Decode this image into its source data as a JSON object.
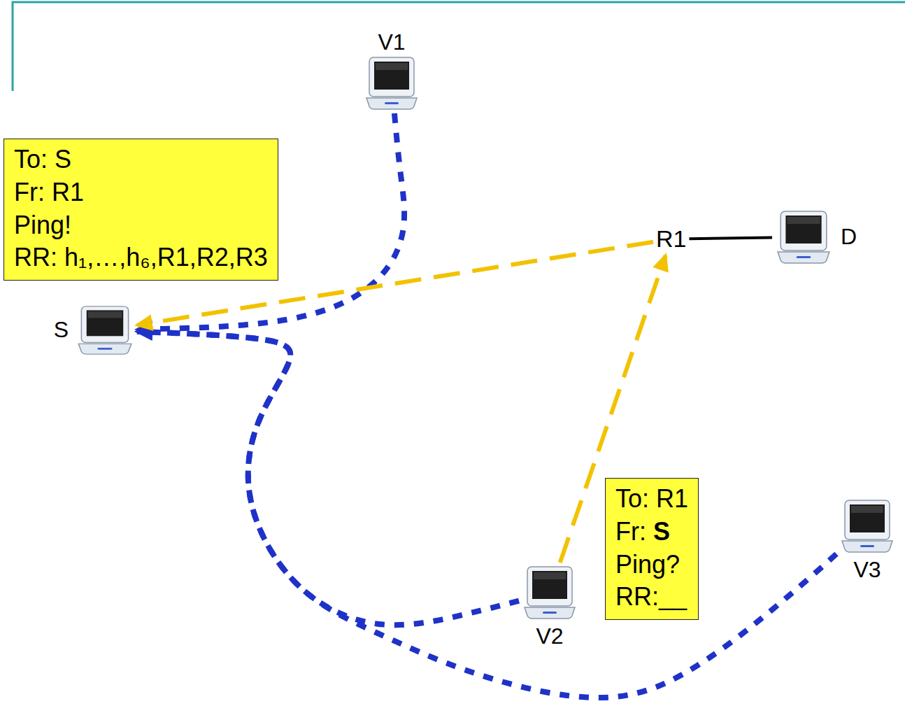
{
  "diagram": {
    "nodes": [
      {
        "text": [
          "V1"
        ]
      },
      {
        "text": [
          "To: S",
          "Fr: R1",
          "Ping!",
          "RR: h₁,…,h₆,R1,R2,R3"
        ]
      },
      {
        "text": [
          "R1"
        ]
      },
      {
        "text": [
          "D"
        ]
      },
      {
        "text": [
          "S"
        ]
      },
      {
        "text": [
          "To: R1",
          "Fr:",
          "S",
          "Ping?",
          "RR:__"
        ]
      },
      {
        "text": [
          "V2"
        ]
      },
      {
        "text": [
          "V3"
        ]
      }
    ],
    "edges": [
      {
        "from": 0,
        "to": 4,
        "arrow": "to"
      },
      {
        "from": 6,
        "to": 4,
        "arrow": "to"
      },
      {
        "from": 7,
        "to": 4,
        "arrow": "to"
      },
      {
        "from": 6,
        "to": 2,
        "arrow": "to"
      },
      {
        "from": 2,
        "to": 4,
        "arrow": "to"
      },
      {
        "from": 2,
        "to": 3,
        "arrow": "none"
      }
    ]
  }
}
